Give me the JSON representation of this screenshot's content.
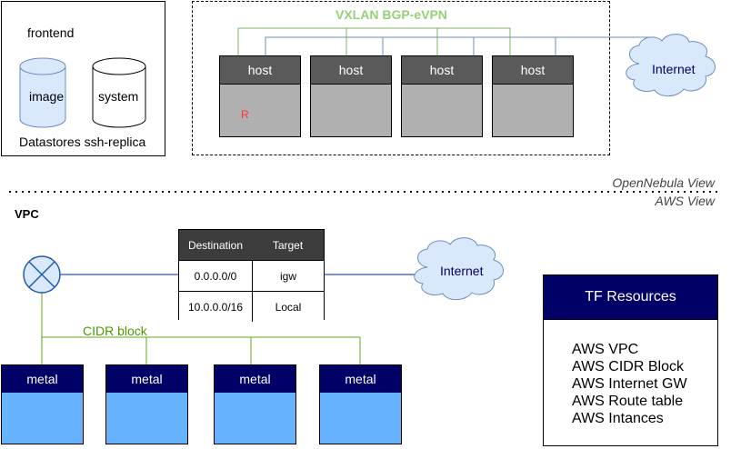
{
  "frontend": {
    "title": "frontend",
    "datastore_image": "image",
    "datastore_system": "system",
    "caption": "Datastores ssh-replica"
  },
  "overlay": {
    "title": "VXLAN BGP-eVPN",
    "hosts": [
      "host",
      "host",
      "host",
      "host"
    ],
    "router_badge": "R",
    "internet": "Internet"
  },
  "views": {
    "opennebula": "OpenNebula View",
    "aws": "AWS View"
  },
  "aws": {
    "vpc_label": "VPC",
    "cidr_label": "CIDR block",
    "internet": "Internet",
    "route_table": {
      "headers": [
        "Destination",
        "Target"
      ],
      "rows": [
        [
          "0.0.0.0/0",
          "igw"
        ],
        [
          "10.0.0.0/16",
          "Local"
        ]
      ]
    },
    "metals": [
      "metal",
      "metal",
      "metal",
      "metal"
    ]
  },
  "tf": {
    "title": "TF Resources",
    "items": [
      "AWS VPC",
      "AWS CIDR Block",
      "AWS Internet GW",
      "AWS Route table",
      "AWS Intances"
    ]
  },
  "colors": {
    "green": "#4d9900",
    "blue": "#6c8ebf",
    "navy": "#000066",
    "metal_body": "#66b2ff",
    "host_head": "#5a5a5a",
    "host_body": "#b0b0b0",
    "cloud_fill": "#dae8fc"
  }
}
